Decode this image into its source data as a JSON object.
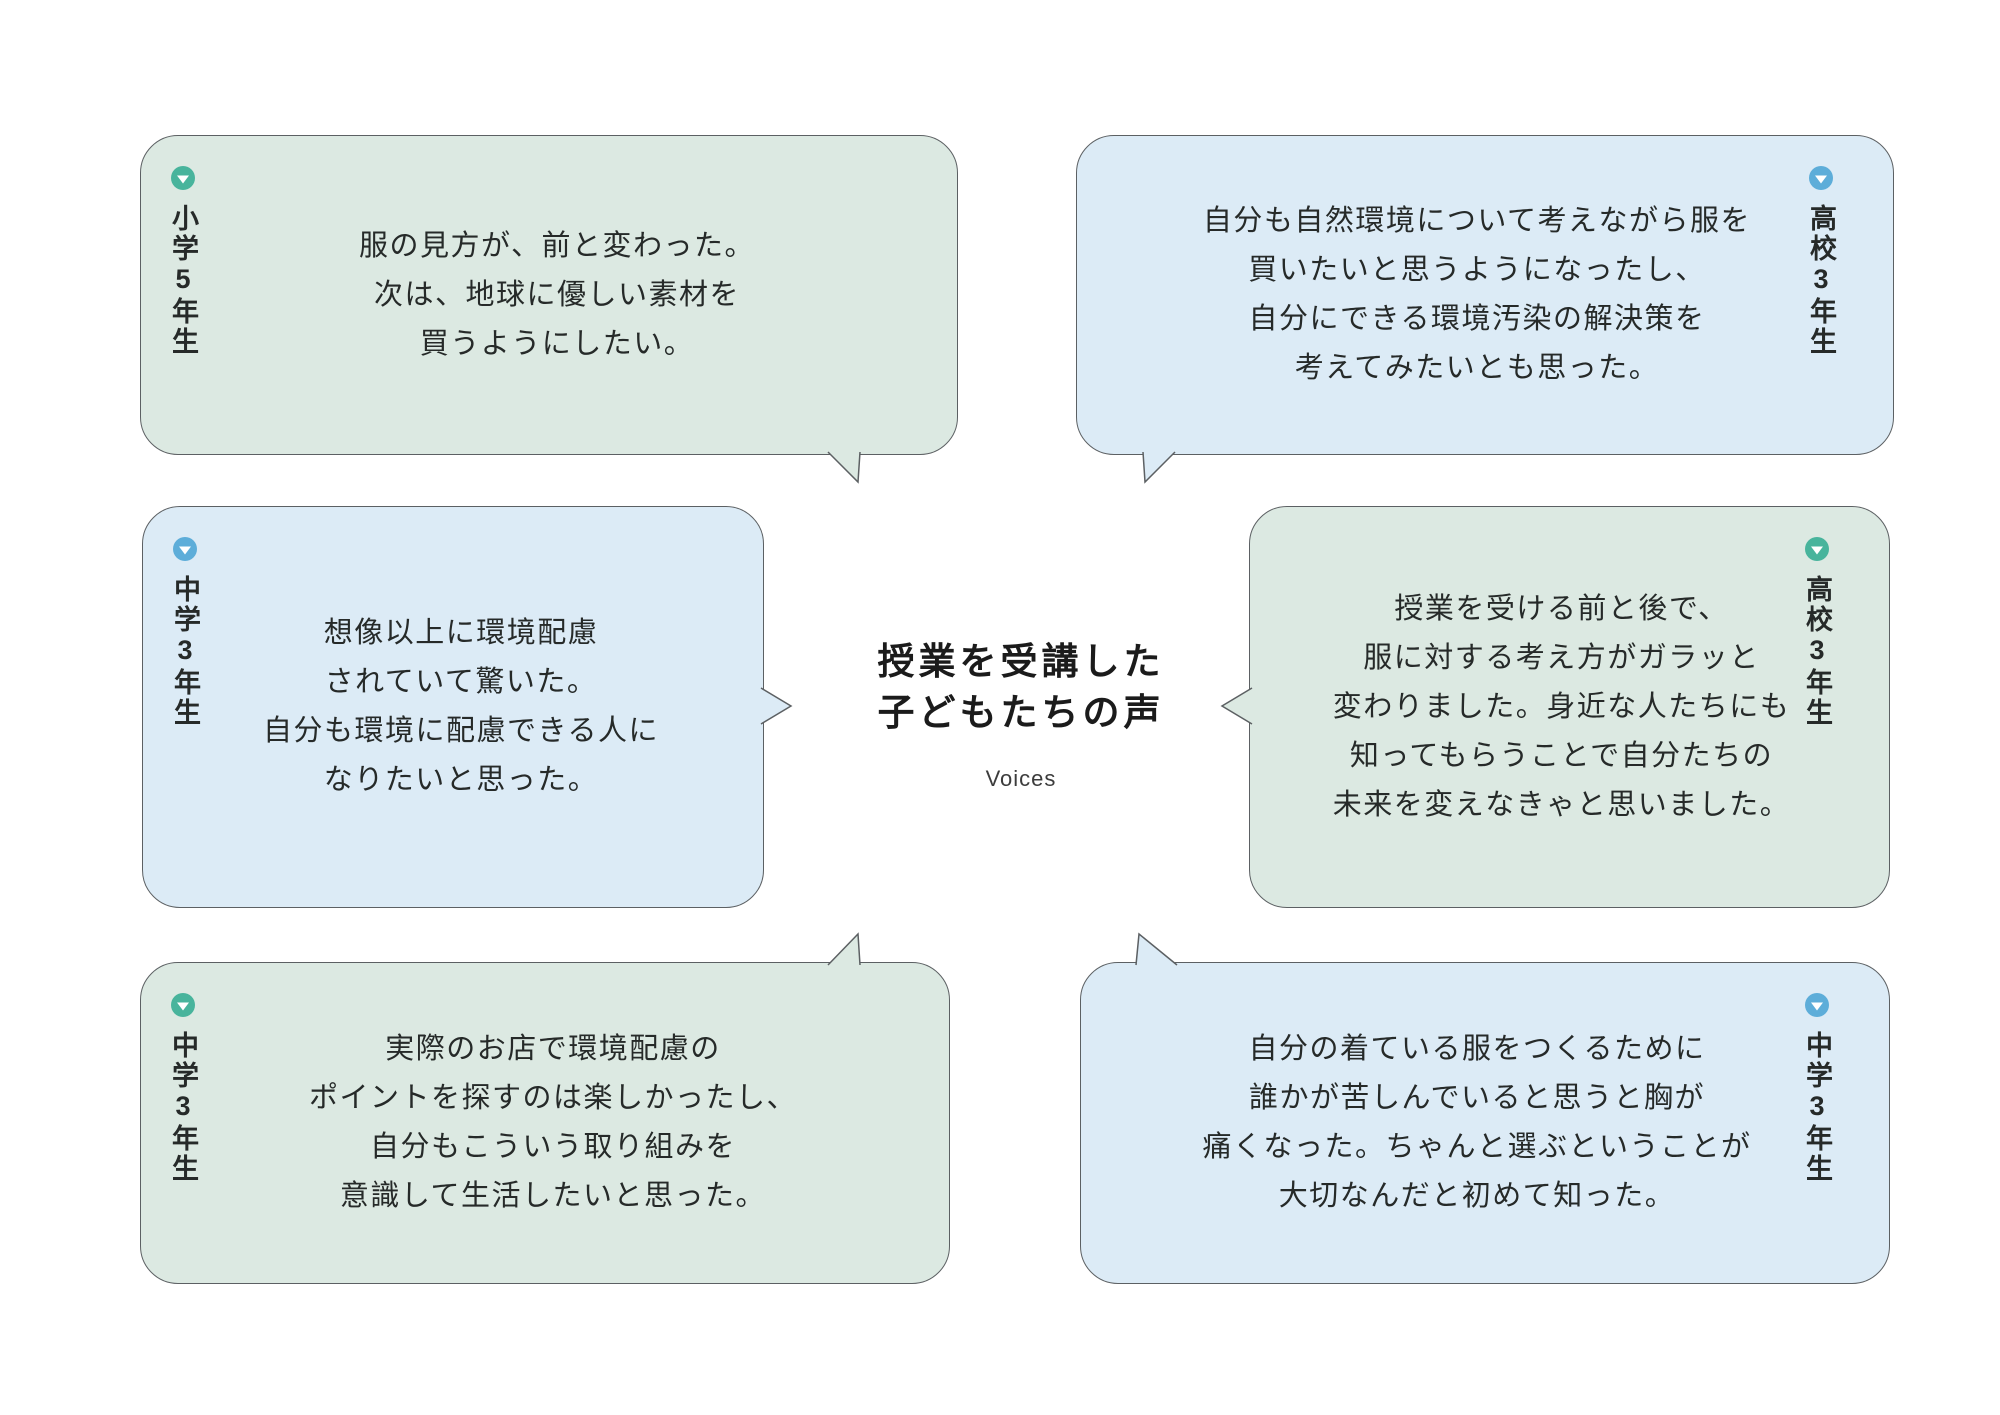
{
  "center": {
    "title_line1": "授業を受講した",
    "title_line2": "子どもたちの声",
    "subtitle": "Voices"
  },
  "bubbles": [
    {
      "position": "top-left",
      "theme": "green",
      "grade": "小学5年生",
      "marker_icon": "circle-down-triangle-icon",
      "lines": [
        "服の見方が、前と変わった。",
        "次は、地球に優しい素材を",
        "買うようにしたい。"
      ]
    },
    {
      "position": "top-right",
      "theme": "blue",
      "grade": "高校3年生",
      "marker_icon": "circle-down-triangle-icon",
      "lines": [
        "自分も自然環境について考えながら服を",
        "買いたいと思うようになったし、",
        "自分にできる環境汚染の解決策を",
        "考えてみたいとも思った。"
      ]
    },
    {
      "position": "middle-left",
      "theme": "blue",
      "grade": "中学3年生",
      "marker_icon": "circle-down-triangle-icon",
      "lines": [
        "想像以上に環境配慮",
        "されていて驚いた。",
        "自分も環境に配慮できる人に",
        "なりたいと思った。"
      ]
    },
    {
      "position": "middle-right",
      "theme": "green",
      "grade": "高校3年生",
      "marker_icon": "circle-down-triangle-icon",
      "lines": [
        "授業を受ける前と後で、",
        "服に対する考え方がガラッと",
        "変わりました。身近な人たちにも",
        "知ってもらうことで自分たちの",
        "未来を変えなきゃと思いました。"
      ]
    },
    {
      "position": "bottom-left",
      "theme": "green",
      "grade": "中学3年生",
      "marker_icon": "circle-down-triangle-icon",
      "lines": [
        "実際のお店で環境配慮の",
        "ポイントを探すのは楽しかったし、",
        "自分もこういう取り組みを",
        "意識して生活したいと思った。"
      ]
    },
    {
      "position": "bottom-right",
      "theme": "blue",
      "grade": "中学3年生",
      "marker_icon": "circle-down-triangle-icon",
      "lines": [
        "自分の着ている服をつくるために",
        "誰かが苦しんでいると思うと胸が",
        "痛くなった。ちゃんと選ぶということが",
        "大切なんだと初めて知った。"
      ]
    }
  ],
  "colors": {
    "page_bg": "#ffffff",
    "green_fill": "#dce9e2",
    "blue_fill": "#dcebf6",
    "border": "#5c6063",
    "text": "#262a29",
    "title_text": "#1b1b1b",
    "subtitle_text": "#3c3c3c",
    "teal_icon": "#48b49c",
    "blue_icon": "#5dadd9"
  }
}
